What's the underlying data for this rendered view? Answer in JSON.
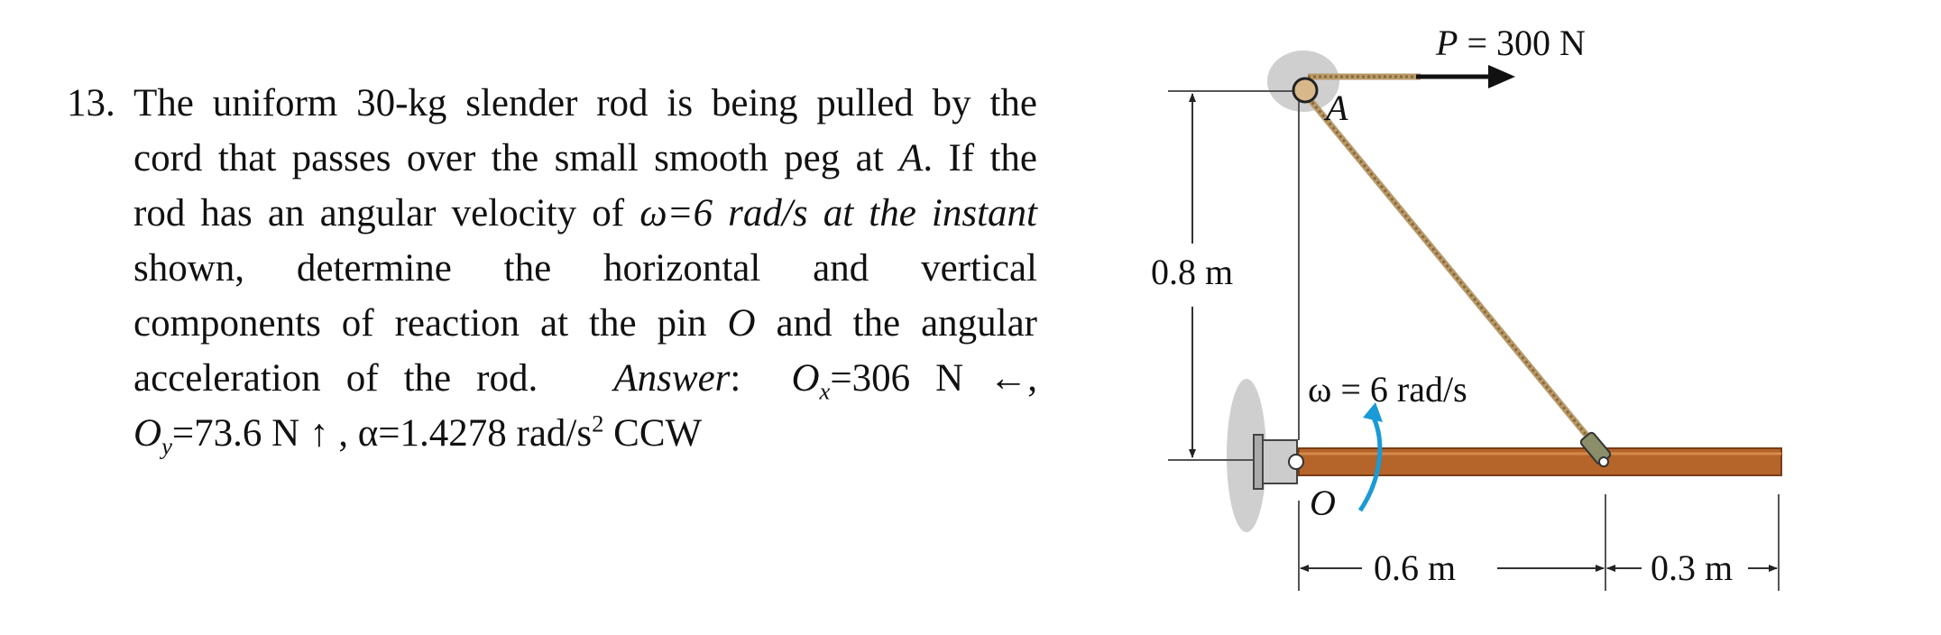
{
  "problem": {
    "number": "13.",
    "lines": [
      "The uniform 30-kg slender rod is being pulled by the",
      "cord that passes over the small smooth peg at",
      "rod has an angular velocity of",
      "shown,  determine  the  horizontal  and  vertical",
      "components of reaction at the pin",
      "acceleration  of  the  rod."
    ],
    "peg_label": "A",
    "line2_end": ". If the",
    "omega_inline": "ω=6 rad/s at the instant",
    "pin_label": "O",
    "line5_end": "and the angular",
    "answer_label": "Answer",
    "answer_ox": "=306  N  ←,",
    "answer_oy": "=73.6 N ↑ ,",
    "answer_alpha": "α=1.4278 rad/s",
    "answer_alpha_exp": "2",
    "answer_alpha_dir": "CCW"
  },
  "figure": {
    "force_label_p": "P",
    "force_label_rest": "= 300 N",
    "peg_label": "A",
    "height_dim": "0.8 m",
    "omega_label": "ω = 6 rad/s",
    "pin_label": "O",
    "dim_left": "0.6 m",
    "dim_right": "0.3 m",
    "colors": {
      "rod": "#b5642a",
      "rod_dark": "#7a3d14",
      "cord": "#b99a6a",
      "arrow": "#1a9ad6",
      "ground": "#c8c8c8"
    }
  }
}
